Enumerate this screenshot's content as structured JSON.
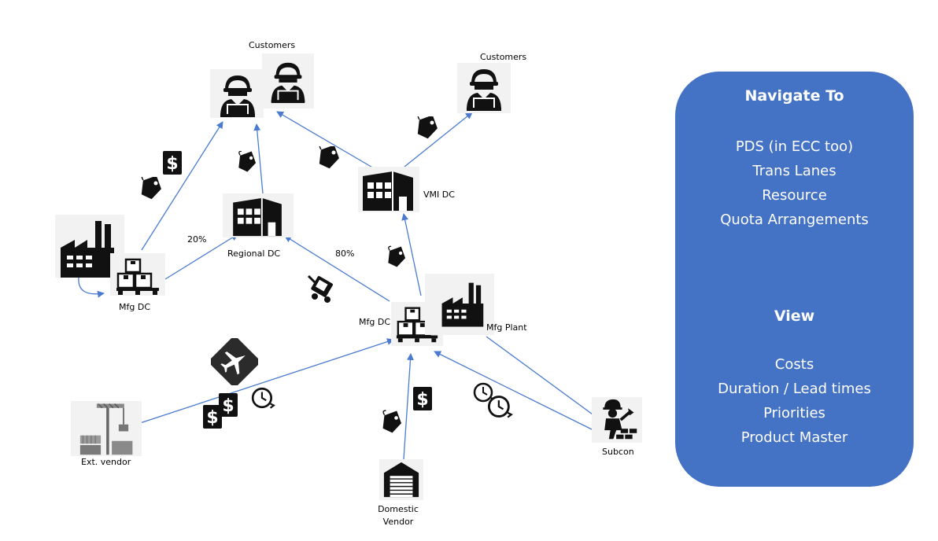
{
  "nodes": {
    "customers_left": "Customers",
    "customers_right": "Customers",
    "vmi_dc": "VMI DC",
    "regional_dc": "Regional DC",
    "mfg_dc_left": "Mfg DC",
    "mfg_dc_center": "Mfg DC",
    "mfg_plant": "Mfg Plant",
    "ext_vendor": "Ext. vendor",
    "domestic_vendor_line1": "Domestic",
    "domestic_vendor_line2": "Vendor",
    "subcon": "Subcon"
  },
  "edge_labels": {
    "split_left": "20%",
    "split_right": "80%"
  },
  "panel": {
    "navigate_title": "Navigate To",
    "navigate_items": [
      "PDS (in ECC too)",
      "Trans Lanes",
      "Resource",
      "Quota Arrangements"
    ],
    "view_title": "View",
    "view_items": [
      "Costs",
      "Duration / Lead times",
      "Priorities",
      "Product Master"
    ]
  },
  "colors": {
    "arrow": "#4a7bd0",
    "panel": "#4472c4",
    "icon": "#111111"
  },
  "icons": [
    "customer-icon",
    "warehouse-icon",
    "factory-icon",
    "pallet-boxes-icon",
    "dollar-icon",
    "price-tag-icon",
    "airplane-icon",
    "clock-icon",
    "container-crane-icon",
    "garage-warehouse-icon",
    "construction-worker-icon",
    "forklift-icon"
  ]
}
